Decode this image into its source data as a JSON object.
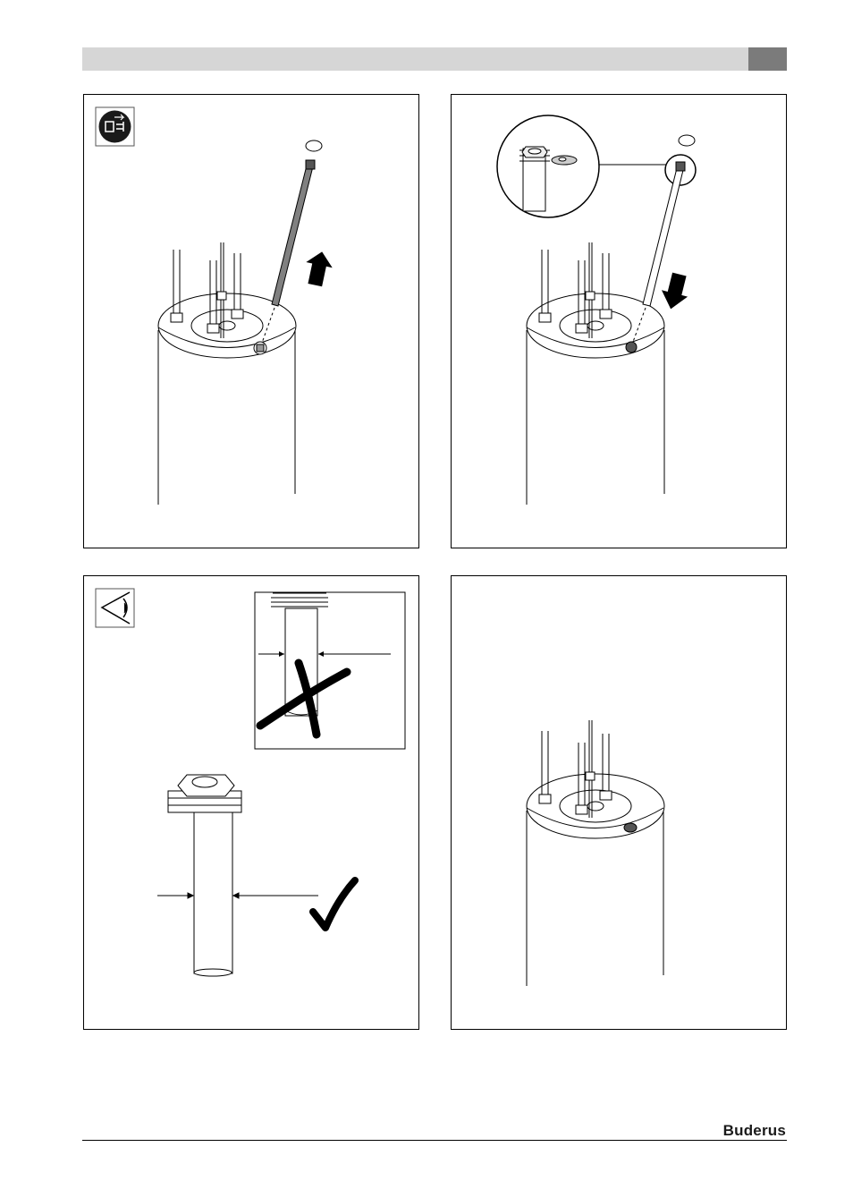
{
  "header": {
    "bar_color": "#d6d6d6",
    "tab_color": "#7b7b7b"
  },
  "panels": [
    {
      "step": "remove-anode",
      "icon": "power-off-icon",
      "arrow": "up"
    },
    {
      "step": "insert-anode",
      "icon": "",
      "arrow": "down"
    },
    {
      "step": "inspect-anode",
      "icon": "eye-inspect-icon",
      "marks": [
        "cross-icon",
        "check-icon"
      ]
    },
    {
      "step": "anode-installed",
      "icon": ""
    }
  ],
  "footer": {
    "brand": "Buderus"
  }
}
